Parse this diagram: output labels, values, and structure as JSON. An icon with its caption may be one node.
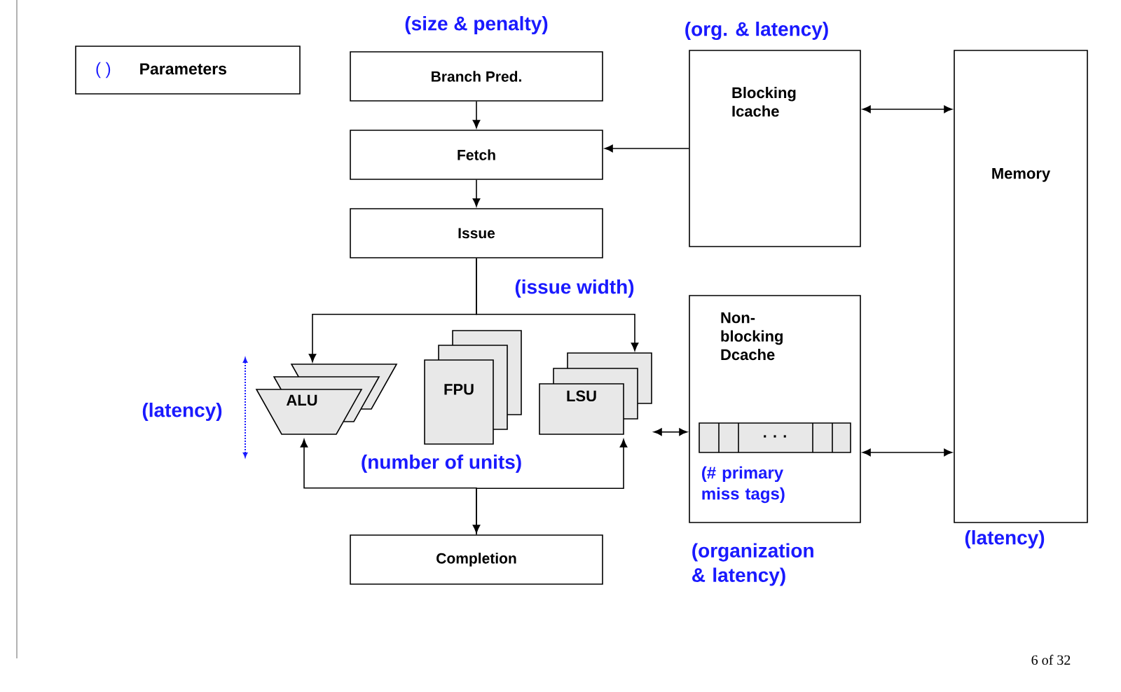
{
  "diagram": {
    "nodes": [
      {
        "text": [
          "( )",
          "Parameters"
        ]
      },
      {
        "text": [
          "Branch Pred."
        ],
        "beside": [
          "(size & penalty)"
        ]
      },
      {
        "text": [
          "Fetch"
        ]
      },
      {
        "text": [
          "Issue"
        ]
      },
      {
        "text": [
          "Blocking Icache"
        ],
        "beside": [
          "(org. & latency)"
        ]
      },
      {
        "text": [
          "Memory"
        ],
        "beside": [
          "(latency)"
        ]
      },
      {
        "text": [
          "ALU"
        ],
        "beside": [
          "(latency)"
        ]
      },
      {
        "text": [
          "FPU"
        ]
      },
      {
        "text": [
          "LSU"
        ]
      },
      {
        "text": [
          "Non- blocking Dcache"
        ],
        "beside": [
          "(organization & latency)"
        ]
      },
      {
        "text": [
          ". . ."
        ],
        "beside": [
          "(# primary miss tags)"
        ],
        "in": 9
      },
      {
        "text": [
          "Completion"
        ]
      }
    ],
    "edges": [
      {
        "from": 1,
        "to": 2,
        "arrow": "to"
      },
      {
        "from": 2,
        "to": 3,
        "arrow": "to"
      },
      {
        "from": 4,
        "to": 2,
        "arrow": "to"
      },
      {
        "from": 4,
        "to": 5,
        "arrow": "both"
      },
      {
        "from": 3,
        "to": 6,
        "arrow": "to"
      },
      {
        "from": 3,
        "to": 8,
        "arrow": "to"
      },
      {
        "from": 8,
        "to": 9,
        "arrow": "both"
      },
      {
        "from": 9,
        "to": 5,
        "arrow": "both"
      },
      {
        "from": 6,
        "to": 11,
        "arrow": "both"
      },
      {
        "from": 11,
        "to": 8,
        "arrow": "to"
      }
    ],
    "labels": [
      "(issue width)",
      "(number of units)",
      "6 of 32"
    ]
  }
}
